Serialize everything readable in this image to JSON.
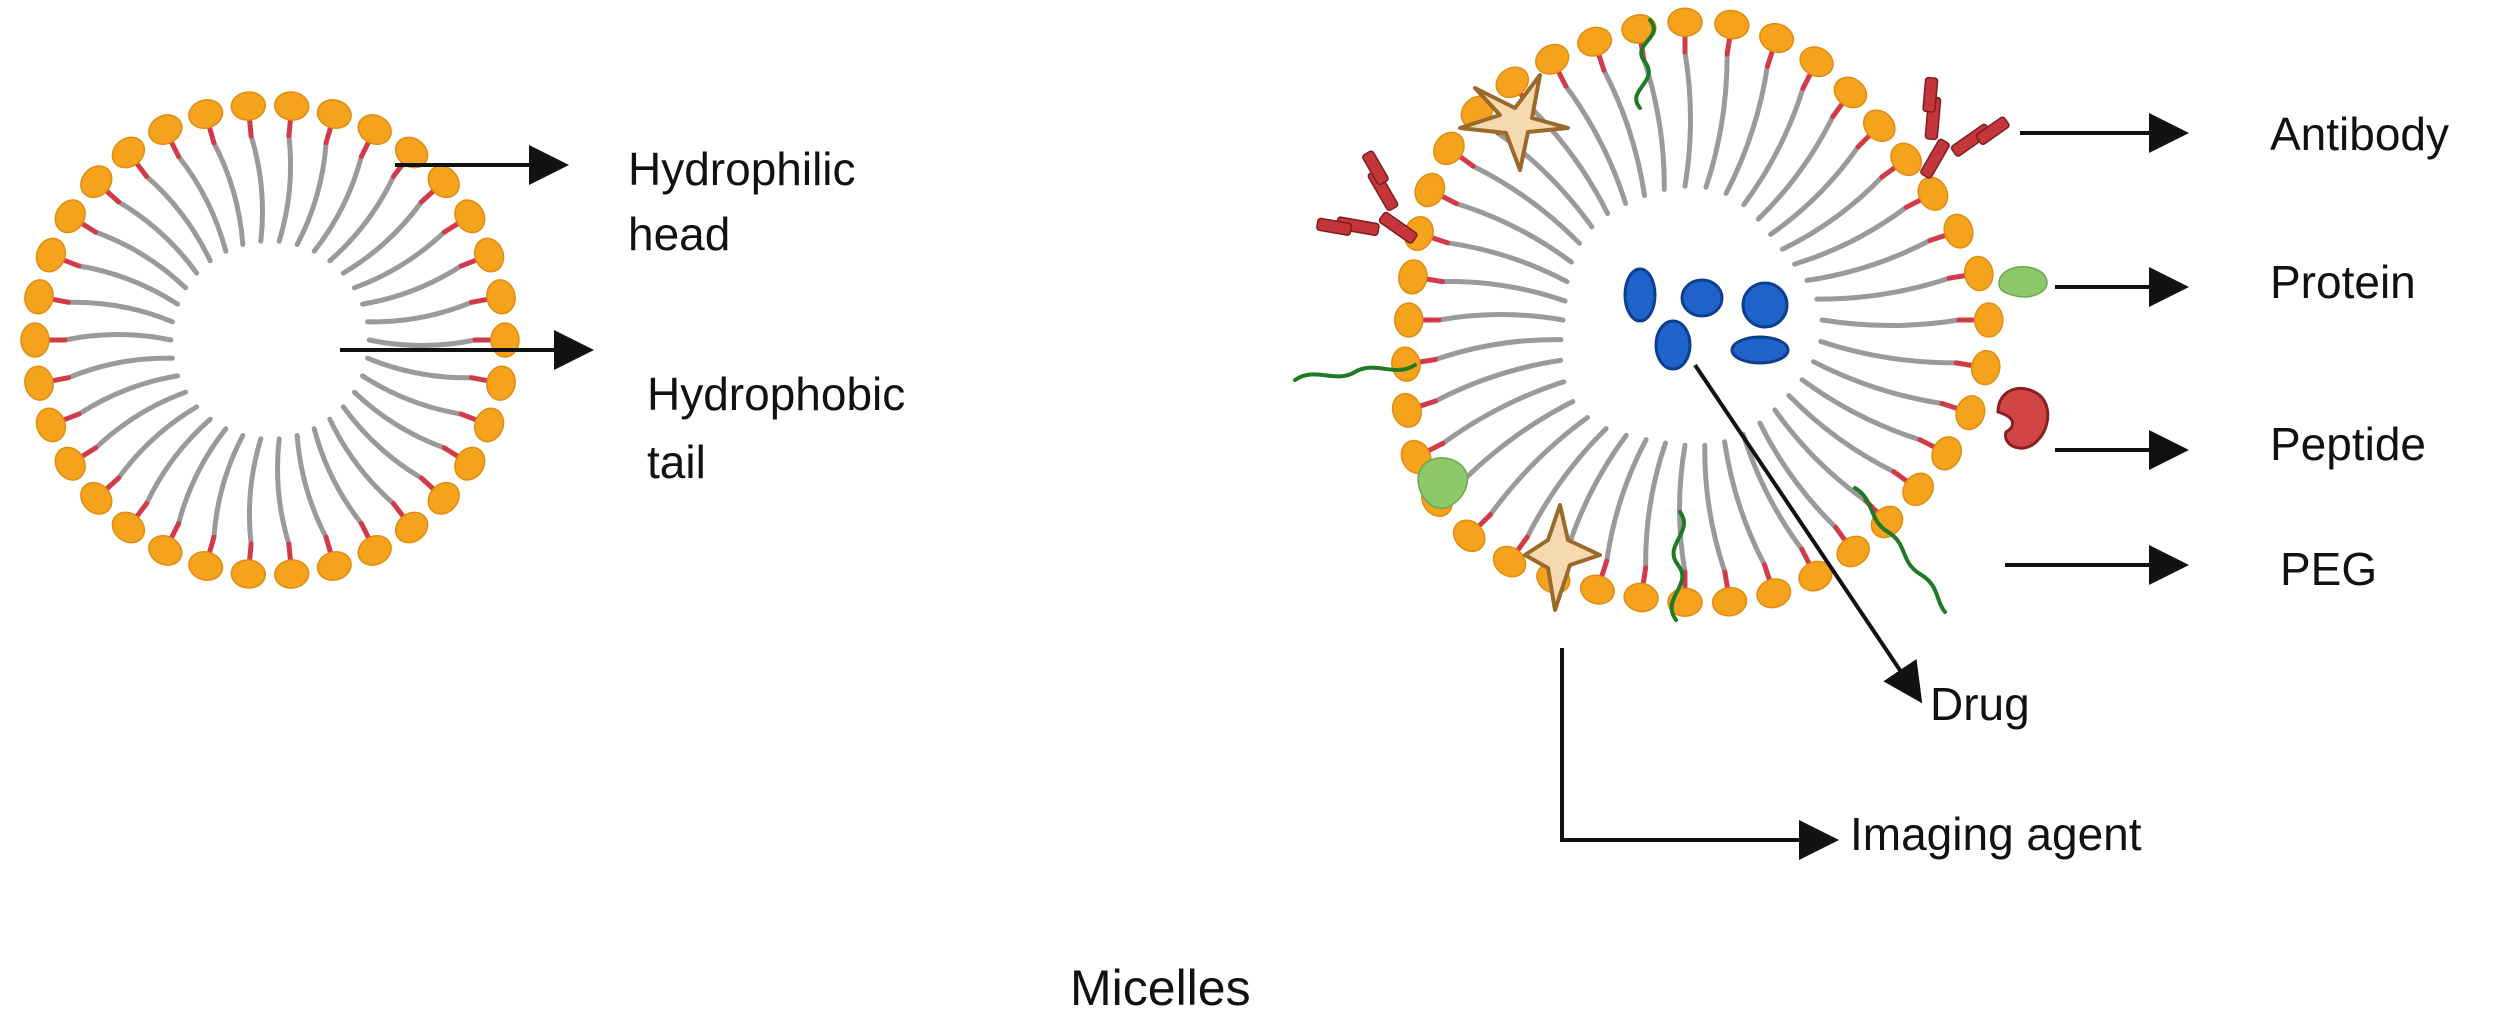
{
  "colors": {
    "head": "#f5a21d",
    "head_stroke": "#e08c10",
    "tail": "#9a9a9a",
    "neck": "#d23a4a",
    "arrow": "#111111",
    "drug": "#1f62c9",
    "drug_stroke": "#0c3f8f",
    "antibody": "#c4363a",
    "protein": "#8cc86a",
    "peptide": "#d24545",
    "peg": "#1e7a25",
    "imaging_agent": "#f5d9b0",
    "imaging_agent_stroke": "#9a6a2a"
  },
  "icons": {
    "antibody": "antibody-icon",
    "protein": "protein-icon",
    "peptide": "peptide-icon",
    "peg": "peg-chain-icon",
    "imaging_agent": "star-icon",
    "drug": "drug-particle-icon"
  },
  "labels": {
    "hydrophilic": [
      "Hydrophilic",
      "head"
    ],
    "hydrophobic": [
      "Hydrophobic",
      "tail"
    ],
    "antibody": "Antibody",
    "protein": "Protein",
    "peptide": "Peptide",
    "peg": "PEG",
    "drug": "Drug",
    "imaging_agent": "Imaging agent"
  },
  "caption": "Micelles"
}
